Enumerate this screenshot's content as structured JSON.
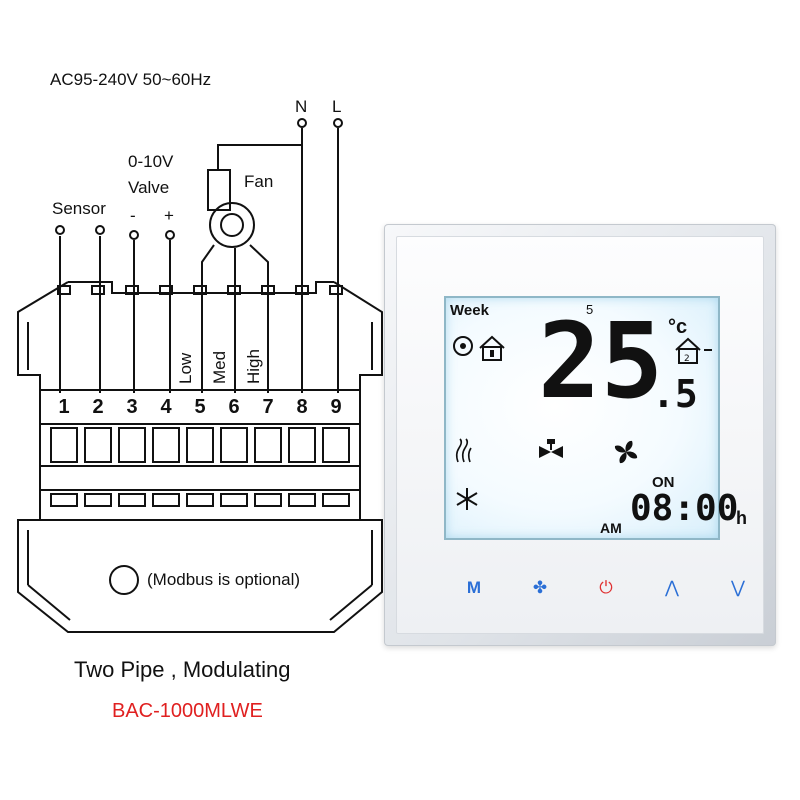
{
  "power_label": "AC95-240V  50~60Hz",
  "terminals_line": {
    "neutral": "N",
    "live": "L"
  },
  "labels": {
    "valve_range": "0-10V",
    "valve": "Valve",
    "sensor": "Sensor",
    "valve_minus": "-",
    "valve_plus": "+",
    "fan": "Fan",
    "low": "Low",
    "med": "Med",
    "high": "High",
    "modbus": "(Modbus is optional)"
  },
  "terminal_numbers": [
    "1",
    "2",
    "3",
    "4",
    "5",
    "6",
    "7",
    "8",
    "9"
  ],
  "caption": "Two Pipe , Modulating",
  "model": "BAC-1000MLWE",
  "colors": {
    "model": "#e02020",
    "touch_blue": "#2b6fd6",
    "power_red": "#e03030"
  },
  "thermostat": {
    "week_label": "Week",
    "week_day": "5",
    "temp_unit": "°c",
    "temp_main": "25",
    "temp_decimal": ".5",
    "status": "ON",
    "ampm": "AM",
    "time": "08:00",
    "time_unit": "h",
    "buttons": [
      {
        "name": "mode",
        "label": "M"
      },
      {
        "name": "fan",
        "label": "✤"
      },
      {
        "name": "power",
        "label": "⏻"
      },
      {
        "name": "up",
        "label": "⋀"
      },
      {
        "name": "down",
        "label": "⋁"
      }
    ]
  }
}
